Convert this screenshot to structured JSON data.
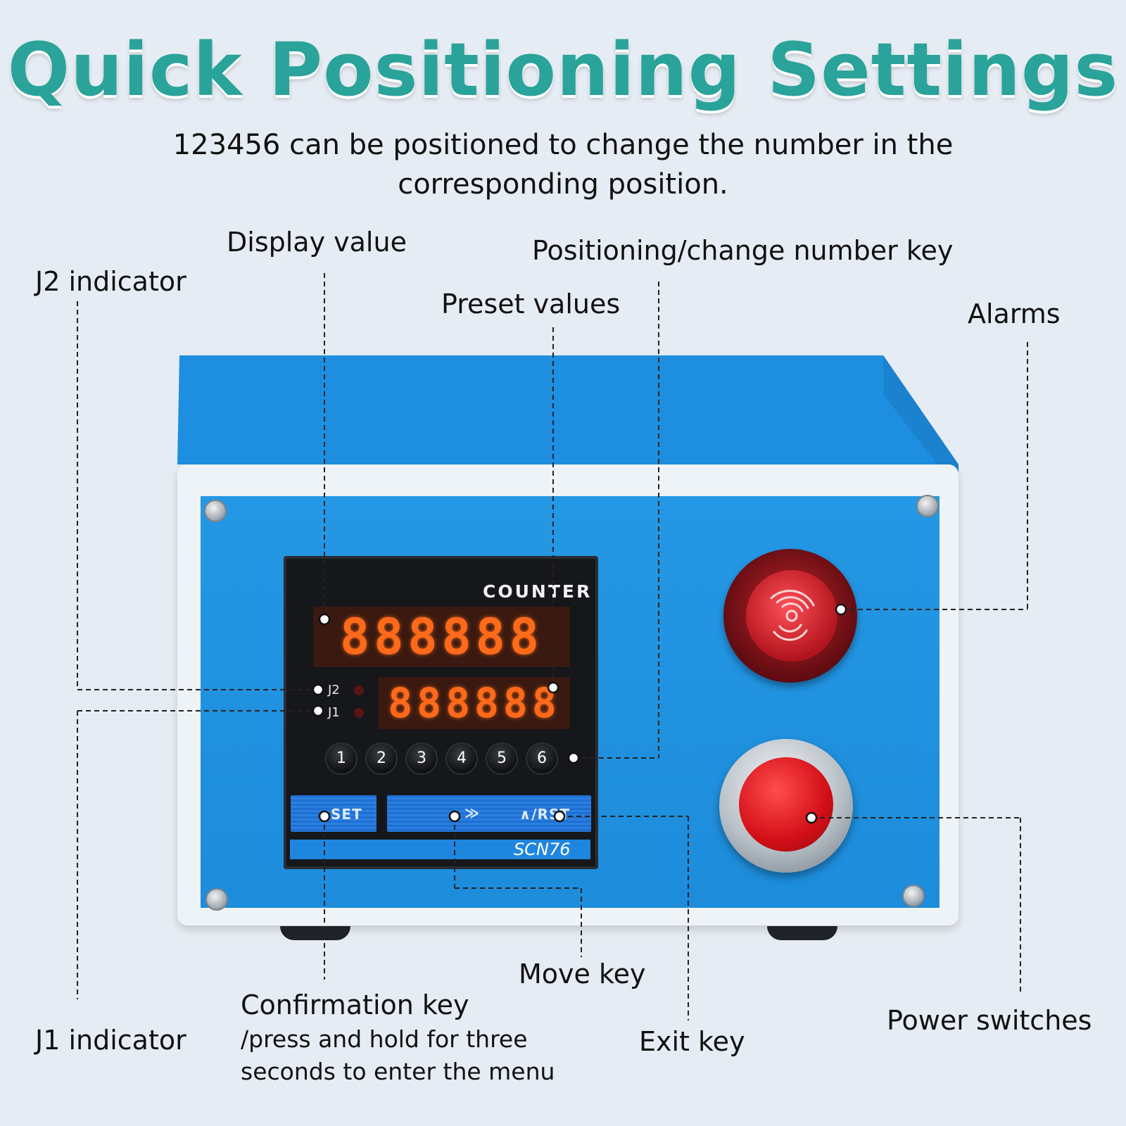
{
  "header": {
    "title": "Quick Positioning Settings",
    "subtitle": "123456 can be positioned to change the number in the corresponding position."
  },
  "callouts": {
    "display_value": "Display value",
    "positioning_key": "Positioning/change number key",
    "j2_indicator": "J2 indicator",
    "preset_values": "Preset values",
    "alarms": "Alarms",
    "move_key": "Move key",
    "confirmation_key": "Confirmation key",
    "confirmation_detail_1": "/press and hold for three",
    "confirmation_detail_2": "seconds to enter the menu",
    "j1_indicator": "J1 indicator",
    "exit_key": "Exit key",
    "power_switches": "Power switches"
  },
  "device": {
    "panel_title": "COUNTER",
    "display_top": "888888",
    "display_bottom": "888888",
    "indicator_j2": "J2",
    "indicator_j1": "J1",
    "number_keys": [
      "1",
      "2",
      "3",
      "4",
      "5",
      "6"
    ],
    "key_set": "SET",
    "key_move": "≫",
    "key_reset": "∧/RST",
    "model": "SCN76"
  },
  "colors": {
    "title": "#2aa39a",
    "device_blue": "#1d8cdb",
    "led": "#ff6a1a",
    "alarm_red": "#c0262a",
    "power_red": "#d30f18"
  }
}
